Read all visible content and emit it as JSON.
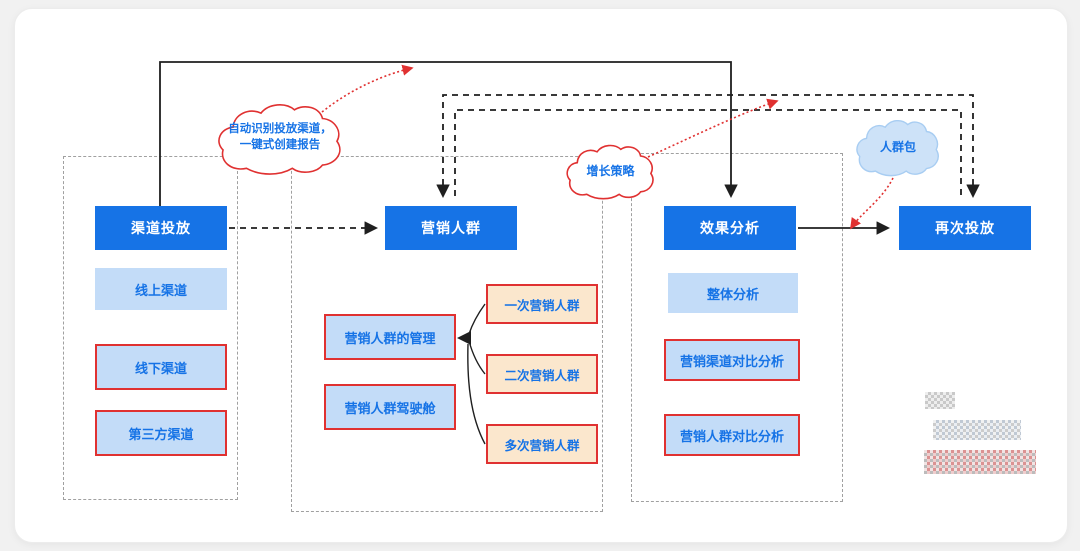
{
  "colors": {
    "blue": "#1673e6",
    "light_blue": "#c3dcf8",
    "red": "#e03131",
    "orange": "#fbe7cd"
  },
  "nodes": {
    "channel": "渠道投放",
    "audience": "营销人群",
    "analysis": "效果分析",
    "redeploy": "再次投放"
  },
  "channel_items": [
    {
      "label": "线上渠道"
    },
    {
      "label": "线下渠道"
    },
    {
      "label": "第三方渠道"
    }
  ],
  "audience_items": [
    {
      "label": "营销人群的管理"
    },
    {
      "label": "营销人群驾驶舱"
    }
  ],
  "audience_types": [
    {
      "label": "一次营销人群"
    },
    {
      "label": "二次营销人群"
    },
    {
      "label": "多次营销人群"
    }
  ],
  "analysis_items": [
    {
      "label": "整体分析"
    },
    {
      "label": "营销渠道对比分析"
    },
    {
      "label": "营销人群对比分析"
    }
  ],
  "clouds": {
    "auto_report_line1": "自动识别投放渠道，",
    "auto_report_line2": "一键式创建报告",
    "growth": "增长策略",
    "audience_pack": "人群包"
  }
}
